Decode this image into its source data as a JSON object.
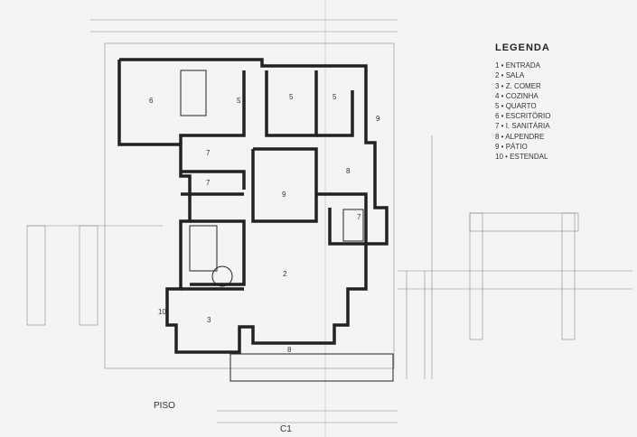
{
  "legend": {
    "title": "LEGENDA",
    "items": [
      {
        "num": "1",
        "label": "ENTRADA"
      },
      {
        "num": "2",
        "label": "SALA"
      },
      {
        "num": "3",
        "label": "Z. COMER"
      },
      {
        "num": "4",
        "label": "COZINHA"
      },
      {
        "num": "5",
        "label": "QUARTO"
      },
      {
        "num": "6",
        "label": "ESCRITÓRIO"
      },
      {
        "num": "7",
        "label": "I. SANITÁRIA"
      },
      {
        "num": "8",
        "label": "ALPENDRE"
      },
      {
        "num": "9",
        "label": "PÁTIO"
      },
      {
        "num": "10",
        "label": "ESTENDAL"
      }
    ]
  },
  "plan": {
    "floor_label": "PISO",
    "section_label": "C1",
    "rooms": [
      "6",
      "5",
      "5",
      "5",
      "9",
      "7",
      "7",
      "9",
      "8",
      "7",
      "2",
      "3",
      "10",
      "8"
    ]
  },
  "colors": {
    "ink": "#2a2a2a",
    "paper": "#f4f4f2"
  }
}
